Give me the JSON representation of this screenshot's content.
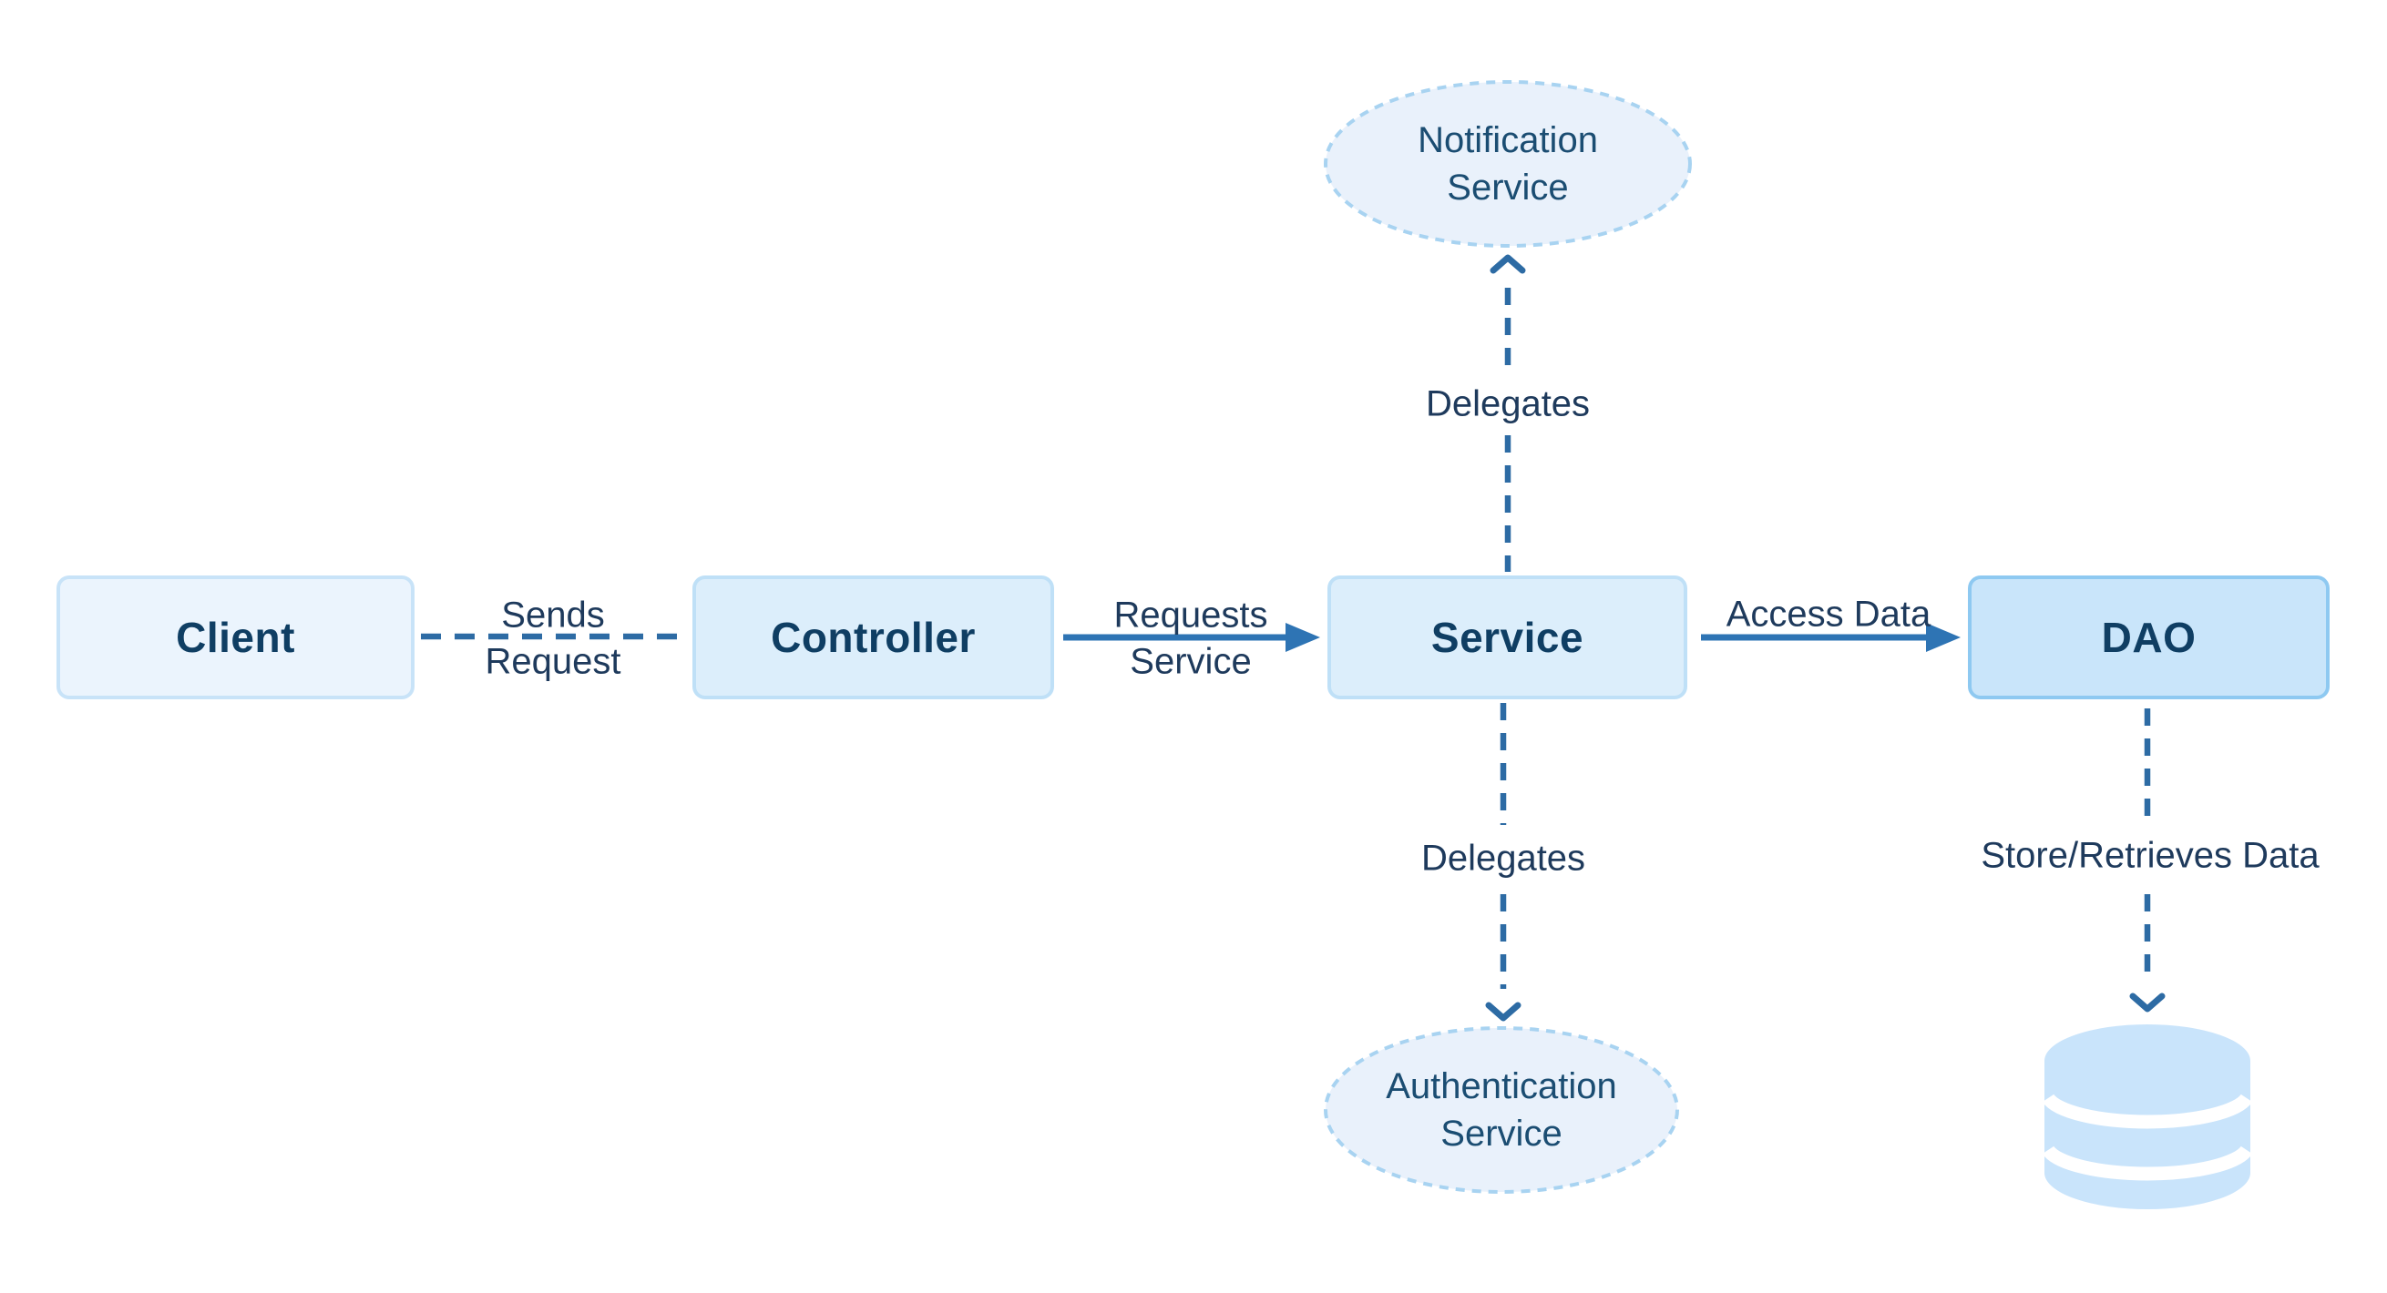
{
  "diagram": {
    "background": "#ffffff",
    "nodes": [
      {
        "label": "Client",
        "fill": "#ebf4fd",
        "border": "#c8e3f8"
      },
      {
        "label": "Controller",
        "fill": "#dceefb",
        "border": "#bfe0f7"
      },
      {
        "label": "Service",
        "fill": "#dceefb",
        "border": "#bfe0f7"
      },
      {
        "label": "DAO",
        "fill": "#c9e5fa",
        "border": "#8ec9f1"
      }
    ],
    "satellites": [
      {
        "line1": "Notification",
        "line2": "Service",
        "fill": "#e9f1fb",
        "border": "#a8d3f1"
      },
      {
        "line1": "Authentication",
        "line2": "Service",
        "fill": "#e9f1fb",
        "border": "#a8d3f1"
      }
    ],
    "edges": {
      "client_controller": {
        "label_top": "Sends",
        "label_bottom": "Request",
        "style": "dashed"
      },
      "controller_service": {
        "label_top": "Requests",
        "label_bottom": "Service",
        "style": "solid-arrow"
      },
      "service_dao": {
        "label_top": "Access Data",
        "style": "solid-arrow"
      },
      "service_notification": {
        "label": "Delegates",
        "style": "dashed-arrow-up"
      },
      "service_authentication": {
        "label": "Delegates",
        "style": "dashed-arrow-down"
      },
      "dao_database": {
        "label": "Store/Retrieves Data",
        "style": "dashed-arrow-down"
      }
    },
    "icons": {
      "database": "database-cylinder-icon"
    },
    "colors": {
      "connector_dashed": "#2d6ba4",
      "arrow_solid": "#2e74b4",
      "node_text": "#0f3e63",
      "edge_label_text": "#1e3a5c",
      "satellite_text": "#1b4d72",
      "database_fill": "#c9e4fb"
    }
  }
}
